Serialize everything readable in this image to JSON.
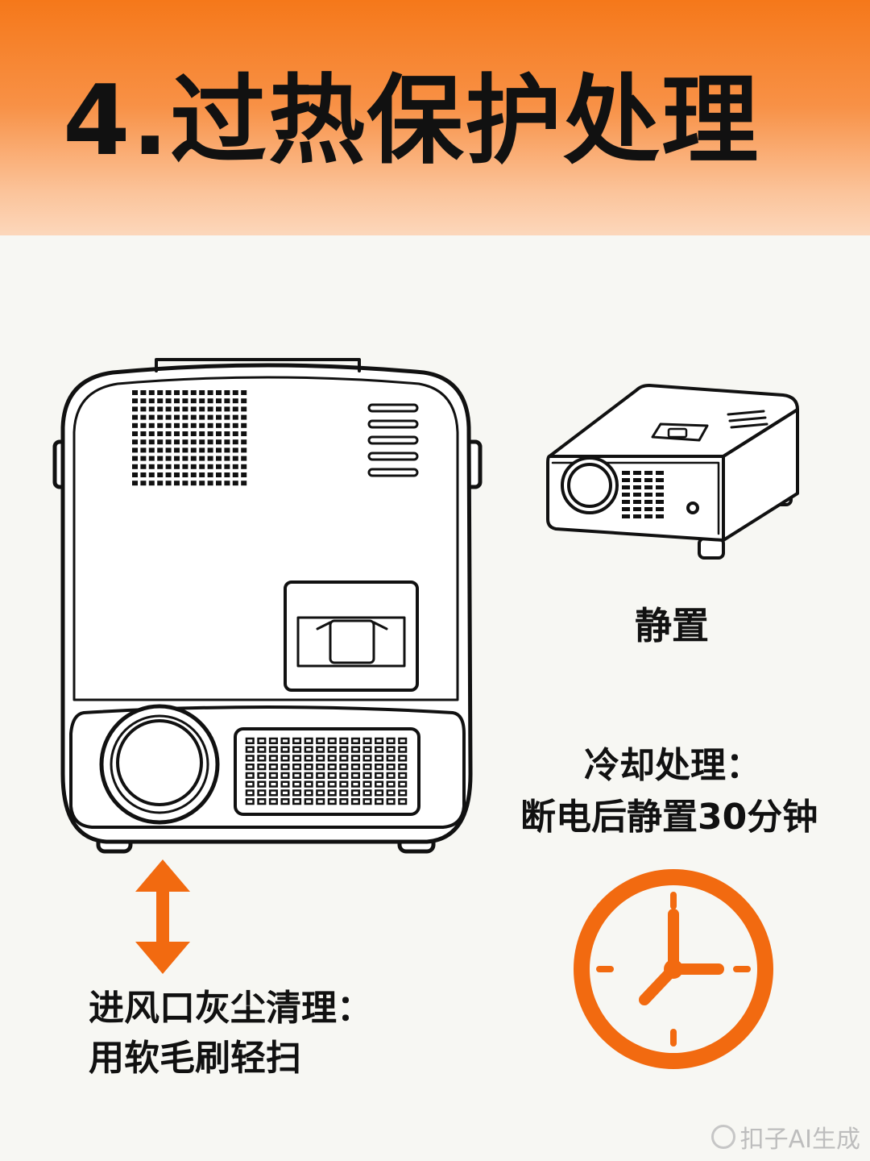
{
  "title": "4.过热保护处理",
  "rest_label": "静置",
  "cooling": {
    "heading": "冷却处理：",
    "detail": "断电后静置30分钟"
  },
  "dust": {
    "heading": "进风口灰尘清理：",
    "detail": "用软毛刷轻扫"
  },
  "watermark": "扣子AI生成",
  "colors": {
    "accent": "#f26a10",
    "header_top": "#f5781a",
    "header_bottom": "#fcd7bb",
    "line": "#111111"
  },
  "icons": [
    "projector-top-view-icon",
    "projector-icon",
    "clock-icon",
    "double-arrow-icon"
  ]
}
